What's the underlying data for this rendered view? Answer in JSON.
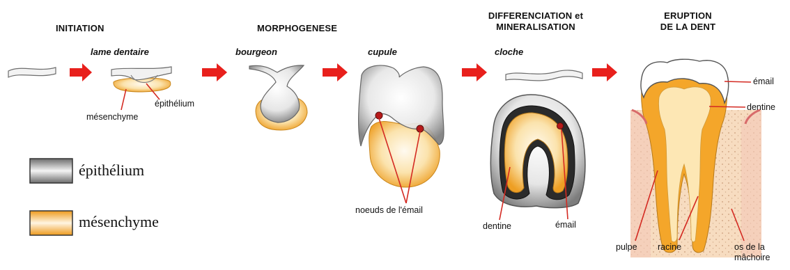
{
  "stages": {
    "initiation": "INITIATION",
    "morphogenese": "MORPHOGENESE",
    "differenciation_line1": "DIFFERENCIATION et",
    "differenciation_line2": "MINERALISATION",
    "eruption_line1": "ERUPTION",
    "eruption_line2": "DE LA DENT"
  },
  "substages": {
    "lame": "lame dentaire",
    "bourgeon": "bourgeon",
    "cupule": "cupule",
    "cloche": "cloche"
  },
  "annotations": {
    "epithelium": "épithélium",
    "mesenchyme": "mésenchyme",
    "noeuds": "noeuds de l'émail",
    "dentine_cloche": "dentine",
    "email_cloche": "émail",
    "email_dent": "émail",
    "dentine_dent": "dentine",
    "pulpe": "pulpe",
    "racine": "racine",
    "os_line1": "os de la",
    "os_line2": "mâchoire"
  },
  "legend": {
    "epithelium": "épithélium",
    "mesenchyme": "mésenchyme"
  },
  "colors": {
    "arrow": "#e8201c",
    "leader": "#d42a22",
    "mesenchyme": "#f2b13a",
    "mesenchyme_light": "#fbe7b8",
    "epithelium": "#8a8a8a",
    "bone": "#f6dcc0"
  }
}
